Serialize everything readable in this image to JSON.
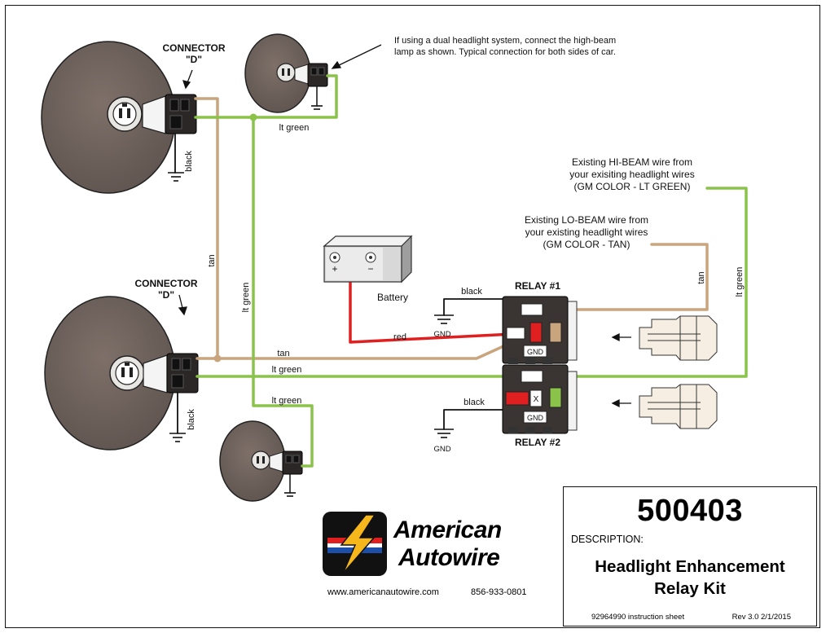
{
  "connector_d": {
    "title": "CONNECTOR",
    "letter": "\"D\""
  },
  "note": {
    "line1": "If using a dual headlight system, connect the high-beam",
    "line2": "lamp as shown. Typical connection for both sides of car."
  },
  "hi_beam_note": {
    "line1": "Existing HI-BEAM wire from",
    "line2": "your exisiting headlight wires",
    "line3": "(GM COLOR - LT GREEN)"
  },
  "lo_beam_note": {
    "line1": "Existing LO-BEAM wire from",
    "line2": "your existing headlight wires",
    "line3": "(GM COLOR - TAN)"
  },
  "wire_labels": {
    "tan": "tan",
    "lt_green": "lt green",
    "black": "black",
    "red": "red"
  },
  "battery": {
    "label": "Battery",
    "plus": "+",
    "minus": "−"
  },
  "ground": {
    "label": "GND"
  },
  "relay1": {
    "label": "RELAY #1"
  },
  "relay2": {
    "label": "RELAY #2",
    "x_mark": "X"
  },
  "brand": {
    "line1": "American",
    "line2": "Autowire",
    "website": "www.americanautowire.com",
    "phone": "856-933-0801"
  },
  "titleblock": {
    "part_number": "500403",
    "description_label": "DESCRIPTION:",
    "title_line1": "Headlight Enhancement",
    "title_line2": "Relay Kit",
    "sheet": "92964990 instruction sheet",
    "rev": "Rev  3.0   2/1/2015"
  },
  "colors": {
    "tan_wire": "#c9a57e",
    "green_wire": "#8bc34a",
    "red_wire": "#e02020",
    "headlight": "#6f625c",
    "relay_body": "#3a3533"
  }
}
